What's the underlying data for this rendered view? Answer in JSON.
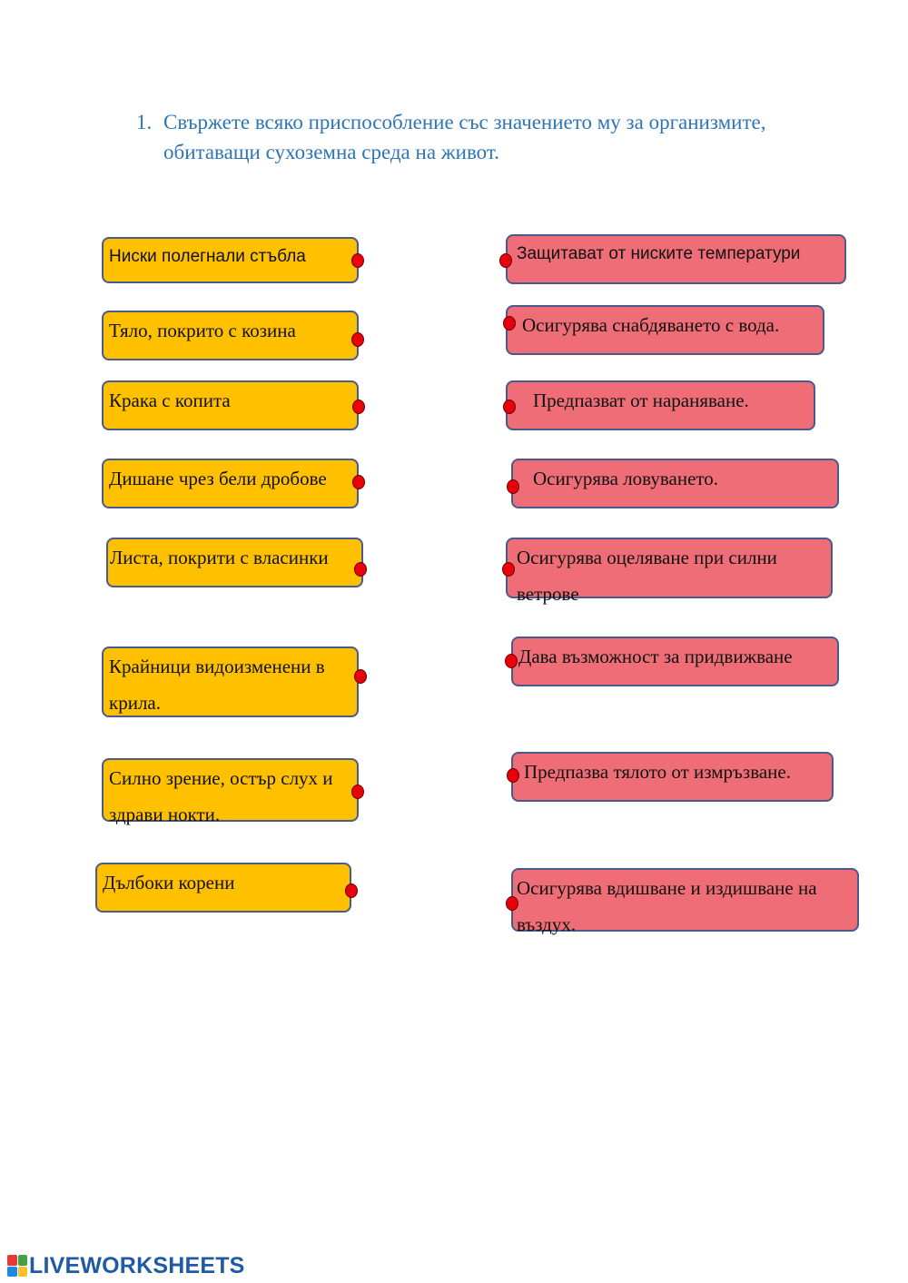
{
  "instruction": {
    "number": "1.",
    "text": "Свържете всяко приспособление със значението му за организмите, обитаващи сухоземна среда на живот."
  },
  "left_items": [
    "Ниски полегнали стъбла",
    "Тяло, покрито с козина",
    "Крака с копита",
    "Дишане чрез бели дробове",
    "Листа, покрити с власинки",
    "Крайници видоизменени в крила.",
    "Силно зрение, остър слух и здрави нокти.",
    "Дълбоки корени"
  ],
  "right_items": [
    "Защитават от ниските температури",
    "Осигурява снабдяването с вода.",
    "Предпазват от нараняване.",
    "Осигурява ловуването.",
    "Осигурява оцеляване при силни ветрове",
    "Дава възможност за придвижване",
    "Предпазва тялото от измръзване.",
    "Осигурява вдишване и издишване на въздух."
  ],
  "colors": {
    "left_box": "#ffc000",
    "right_box": "#ee6d77",
    "dot": "#e8000b",
    "instruction": "#2e75b6"
  },
  "footer": {
    "logo_text": "LIVEWORKSHEETS"
  }
}
